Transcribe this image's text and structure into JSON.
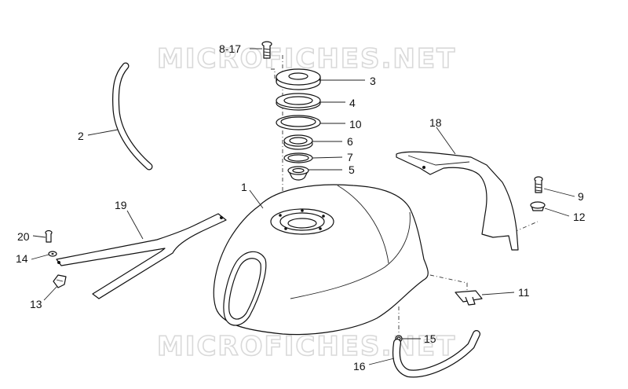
{
  "watermark": "MICROFICHES.NET",
  "callouts": {
    "c1": "1",
    "c2": "2",
    "c3": "3",
    "c4": "4",
    "c5": "5",
    "c6": "6",
    "c7": "7",
    "c8_17": "8-17",
    "c9": "9",
    "c10": "10",
    "c11": "11",
    "c12": "12",
    "c13": "13",
    "c14": "14",
    "c15": "15",
    "c16": "16",
    "c18": "18",
    "c19": "19",
    "c20": "20"
  }
}
